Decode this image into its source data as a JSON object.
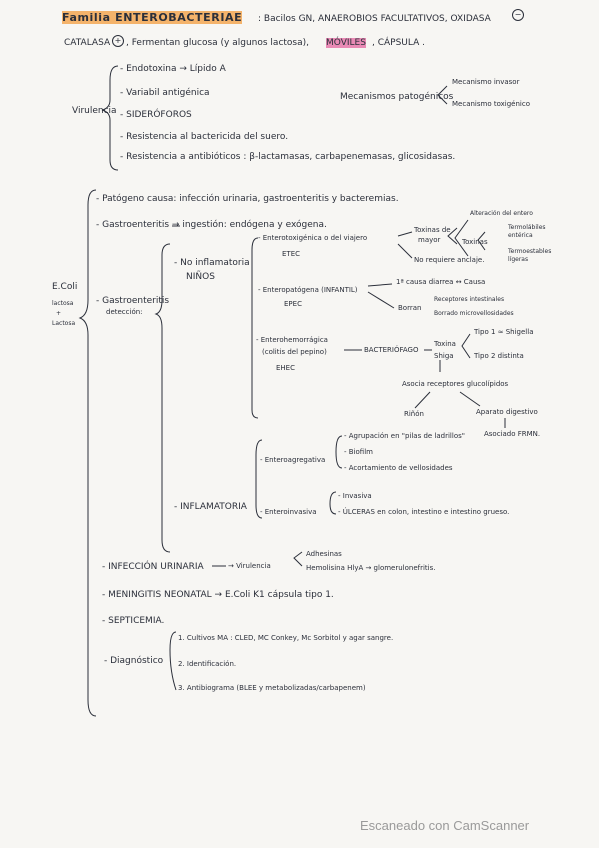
{
  "header": {
    "title": "Familia ENTEROBACTERIAE",
    "line1_rest": ": Bacilos GN, ANAEROBIOS FACULTATIVOS, OXIDASA",
    "oxidasa_sign": "−",
    "line2_a": "CATALASA",
    "catalasa_sign": "+",
    "line2_b": ", Fermentan glucosa (y algunos lactosa),",
    "moviles": "MÓVILES",
    "line2_c": ", CÁPSULA ."
  },
  "virulencia": {
    "label": "Virulencia",
    "items": [
      "- Endotoxina → Lípido A",
      "- Variabil antigénica",
      "- SIDERÓFOROS",
      "- Resistencia al bactericida del suero.",
      "- Resistencia a antibióticos : β-lactamasas, carbapenemasas, glicosidasas."
    ],
    "mecanismos_label": "Mecanismos patogénicos",
    "mec_1": "Mecanismo invasor",
    "mec_2": "Mecanismo toxigénico"
  },
  "ecoli": {
    "label": "E.Coli",
    "sublabel_1": "lactosa",
    "sublabel_2": "+",
    "sublabel_3": "Lactosa",
    "patogeno": "- Patógeno causa: infección urinaria, gastroenteritis y bacteremias.",
    "gastro_intro": "- Gastroenteritis → ingestión: endógena y exógena.",
    "gastro_label": "- Gastroenteritis",
    "gastro_sub": "detección:",
    "no_inflam_1": "- No inflamatoria",
    "no_inflam_2": "NIÑOS",
    "etec_1": "- Enterotoxigénica o del viajero",
    "etec_2": "ETEC",
    "toxinas_1": "Toxinas de",
    "toxinas_2": "mayor",
    "no_toxinas": "No requiere anclaje.",
    "alteracion": "Alteración del entero",
    "toxinas_lt": "Toxinas",
    "lt_1": "Termolábiles",
    "lt_1b": "entérica",
    "lt_2": "Termoestables",
    "lt_2b": "lígeras",
    "epec_1": "- Enteropatógena (INFANTIL)",
    "epec_2": "EPEC",
    "epec_a": "1ª causa diarrea ↔ Causa",
    "epec_b": "Borran",
    "epec_b1": "Receptores intestinales",
    "epec_b2": "Borrado microvellosidades",
    "ehec_1": "- Enterohemorrágica",
    "ehec_2": "(colitis del pepino)",
    "ehec_3": "EHEC",
    "bacteriofago": "BACTERIÓFAGO",
    "toxina_shiga_1": "Toxina",
    "toxina_shiga_2": "Shiga",
    "tipo1": "Tipo 1 ≈ Shigella",
    "tipo2": "Tipo 2 distinta",
    "asocia": "Asocia receptores glucolípidos",
    "rinon": "Riñón",
    "aparato": "Aparato digestivo",
    "asociado": "Asociado FRMN.",
    "inflam": "- INFLAMATORIA",
    "eaec": "- Enteroagregativa",
    "eaec_1": "- Agrupación en \"pilas de ladrillos\"",
    "eaec_2": "- Biofilm",
    "eaec_3": "- Acortamiento de vellosidades",
    "eiec": "- Enteroinvasiva",
    "eiec_1": "- Invasiva",
    "eiec_2": "- ÚLCERAS en colon, intestino e intestino grueso.",
    "infeccion": "- INFECCIÓN URINARIA",
    "virulencia_arrow": "→ Virulencia",
    "adhesinas": "Adhesinas",
    "hemolisina": "Hemolisina HlyA → glomerulonefritis.",
    "meningitis": "- MENINGITIS NEONATAL → E.Coli K1 cápsula tipo 1.",
    "septicemia": "- SEPTICEMIA.",
    "diagnostico": "- Diagnóstico",
    "diag_1": "1. Cultivos MA : CLED, MC Conkey, Mc Sorbitol y agar sangre.",
    "diag_2": "2. Identificación.",
    "diag_3": "3. Antibiograma (BLEE y metabolizadas/carbapenem)"
  },
  "watermark": "Escaneado con CamScanner",
  "colors": {
    "ink": "#2b2f3a",
    "highlight_orange": "#f4b36b",
    "highlight_pink": "#e98ab5",
    "paper": "#f7f6f3"
  }
}
